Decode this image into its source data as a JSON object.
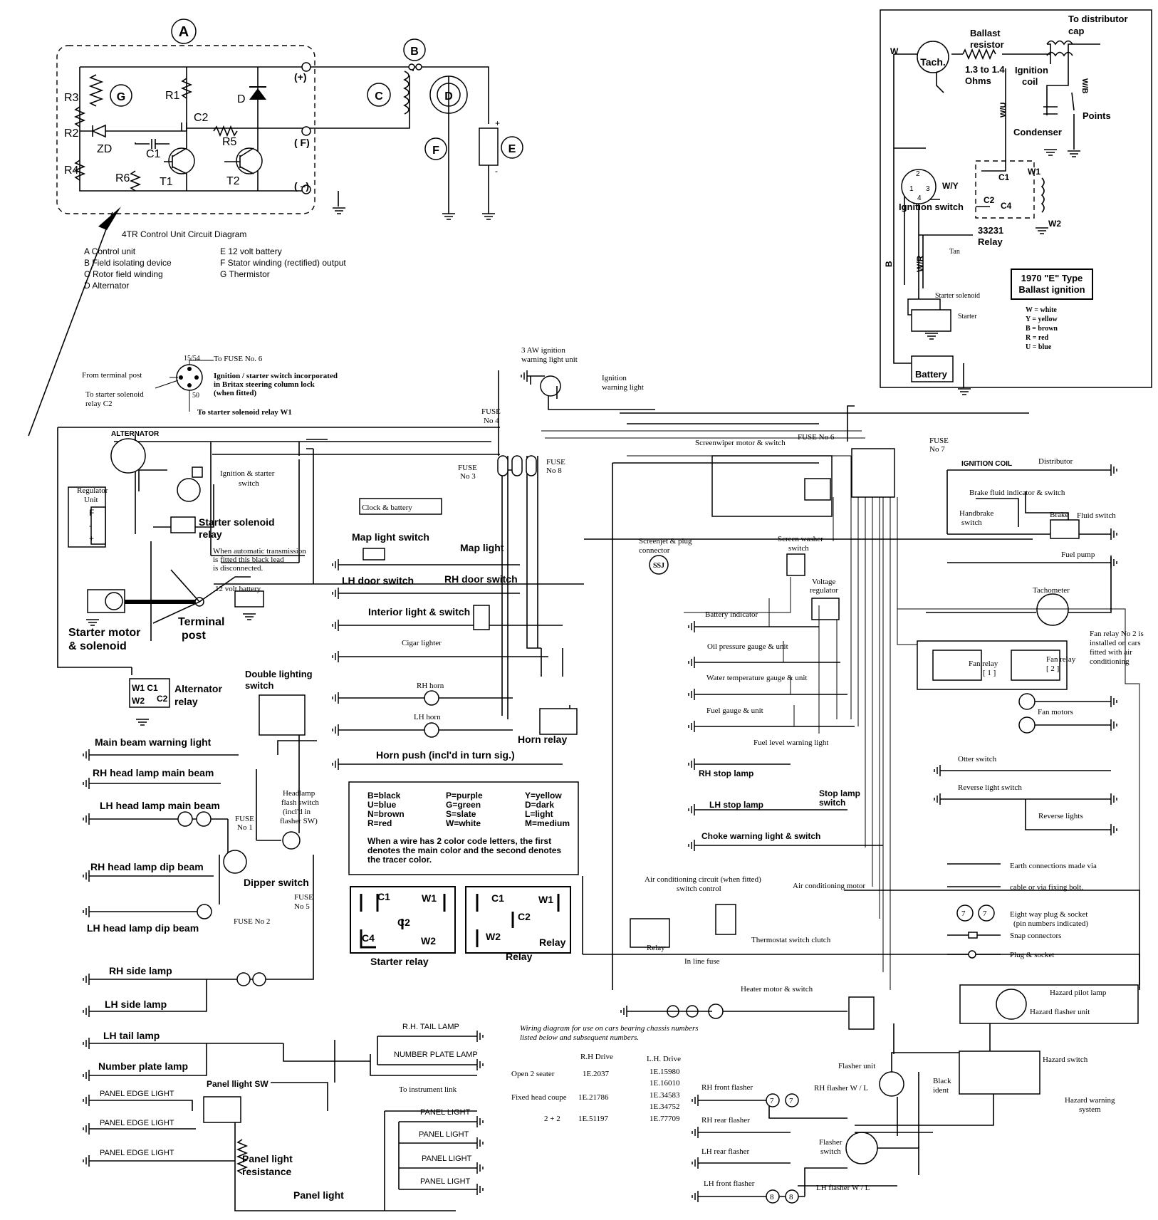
{
  "control_unit": {
    "letters": {
      "A": "A",
      "B": "B",
      "C": "C",
      "D": "D",
      "E": "E",
      "F": "F",
      "G": "G"
    },
    "components": [
      "R3",
      "R1",
      "R2",
      "ZD",
      "R4",
      "C2",
      "R5",
      "D",
      "C1",
      "R6",
      "T1",
      "T2"
    ],
    "terminals": {
      "plus": "(+)",
      "f": "( F)",
      "minus": "( –)"
    },
    "title": "4TR Control Unit Circuit Diagram",
    "legend_left": [
      "A  Control unit",
      "B  Field isolating device",
      "C  Rotor field winding",
      "D  Alternator"
    ],
    "legend_right": [
      "E  12 volt battery",
      "F  Stator winding (rectified) output",
      "G  Thermistor"
    ]
  },
  "ballast_inset": {
    "to_distributor": "To distributor",
    "cap": "cap",
    "ballast_resistor": "Ballast",
    "resistor": "resistor",
    "tach": "Tach.",
    "ohms_1": "1.3 to 1.4",
    "ohms_2": "Ohms",
    "ignition": "Ignition",
    "coil": "coil",
    "points": "Points",
    "condenser": "Condenser",
    "ignition_switch": "Ignition switch",
    "relay_num": "33231",
    "relay": "Relay",
    "title_1": "1970 \"E\" Type",
    "title_2": "Ballast ignition",
    "starter_solenoid": "Starter solenoid",
    "starter": "Starter",
    "battery": "Battery",
    "tan": "Tan",
    "colors": [
      "W = white",
      "Y = yellow",
      "B = brown",
      "R = red",
      "U = blue"
    ],
    "wire_labels": {
      "w": "W",
      "wu": "W/U",
      "wb": "W/B",
      "wy": "W/Y",
      "w1": "W1",
      "w2": "W2",
      "c1": "C1",
      "c2": "C2",
      "c4": "C4",
      "b": "B",
      "wr": "W/R"
    }
  },
  "ign_switch_top": {
    "to_fuse6": "To FUSE No. 6",
    "from_post": "From terminal post",
    "to_relay_c2_1": "To starter solenoid",
    "to_relay_c2_2": "relay C2",
    "desc_1": "Ignition / starter switch incorporated",
    "desc_2": "in Britax steering column lock",
    "desc_3": "(when fitted)",
    "to_relay_w1": "To starter solenoid relay W1",
    "term": "15/54",
    "so": "50"
  },
  "left": {
    "alternator": "ALTERNATOR",
    "regulator": "Regulator",
    "unit": "Unit",
    "ign_starter_1": "Ignition & starter",
    "ign_starter_2": "switch",
    "starter_solenoid_1": "Starter solenoid",
    "starter_solenoid_2": "relay",
    "auto_note_1": "When automatic transmission",
    "auto_note_2": "is fitted this black lead",
    "auto_note_3": "is disconnected.",
    "battery_12v": "12 volt battery",
    "starter_motor_1": "Starter motor",
    "starter_motor_2": "& solenoid",
    "terminal_1": "Terminal",
    "terminal_2": "post",
    "alt_relay_1": "Alternator",
    "alt_relay_2": "relay",
    "double_lighting_1": "Double lighting",
    "double_lighting_2": "switch"
  },
  "head_lamps": {
    "main_warning": "Main beam warning light",
    "rh_main": "RH head lamp main beam",
    "lh_main": "LH head lamp main beam",
    "rh_dip": "RH head lamp dip beam",
    "lh_dip": "LH head lamp dip beam",
    "dipper": "Dipper switch",
    "flash_1": "Headlamp",
    "flash_2": "flash switch",
    "flash_3": "(incl'd in",
    "flash_4": "flasher SW)",
    "fuse1": "FUSE",
    "fuse1b": "No 1",
    "fuse2": "FUSE No 2",
    "fuse5": "FUSE",
    "fuse5b": "No 5"
  },
  "lamps": {
    "rh_side": "RH side lamp",
    "lh_side": "LH side lamp",
    "lh_tail": "LH tail lamp",
    "number_plate": "Number plate lamp",
    "panel_edge": "PANEL EDGE LIGHT",
    "panel_sw": "Panel llight SW",
    "panel_resistance_1": "Panel light",
    "panel_resistance_2": "resistance",
    "panel_light": "Panel light",
    "rh_tail": "R.H. TAIL LAMP",
    "np_lamp": "NUMBER PLATE LAMP",
    "to_instrument": "To instrument link",
    "panel_light_caps": "PANEL LIGHT"
  },
  "center": {
    "ign_warning_1": "3 AW ignition",
    "ign_warning_2": "warning light unit",
    "ign_warning_light_1": "Ignition",
    "ign_warning_light_2": "warning light",
    "fuse3": "FUSE",
    "fuse3b": "No 3",
    "fuse4": "FUSE",
    "fuse4b": "No 4",
    "fuse8": "FUSE",
    "fuse8b": "No 8",
    "clock": "Clock & battery",
    "map_light_switch": "Map light switch",
    "map_light": "Map light",
    "lh_door": "LH door switch",
    "rh_door": "RH door switch",
    "interior": "Interior light & switch",
    "cigar": "Cigar lighter",
    "rh_horn": "RH horn",
    "lh_horn": "LH horn",
    "horn_relay": "Horn relay",
    "horn_push": "Horn push (incl'd in turn sig.)"
  },
  "color_key": {
    "col1": [
      "B=black",
      "U=blue",
      "N=brown",
      "R=red"
    ],
    "col2": [
      "P=purple",
      "G=green",
      "S=slate",
      "W=white"
    ],
    "col3": [
      "Y=yellow",
      "D=dark",
      "L=light",
      "M=medium"
    ],
    "note_1": "When a wire has 2 color code letters, the first",
    "note_2": "denotes the main color and the second denotes",
    "note_3": "the tracer color."
  },
  "relay_boxes": {
    "starter_relay": "Starter relay",
    "relay": "Relay",
    "relay_inner": "Relay"
  },
  "chassis_table": {
    "note_1": "Wiring diagram for use on cars bearing chassis numbers",
    "note_2": "listed below and subsequent numbers.",
    "headers": [
      "R.H Drive",
      "L.H. Drive"
    ],
    "rows": [
      [
        "Open 2 seater",
        "1E.2037",
        "1E.15980"
      ],
      [
        "",
        "",
        "1E.16010"
      ],
      [
        "Fixed head coupe",
        "1E.21786",
        "1E.34583"
      ],
      [
        "",
        "",
        "1E.34752"
      ],
      [
        "2 + 2",
        "1E.51197",
        "1E.77709"
      ]
    ]
  },
  "right_center": {
    "screenwiper": "Screenwiper motor & switch",
    "fuse6": "FUSE No 6",
    "fuse7": "FUSE",
    "fuse7b": "No 7",
    "screenjet_1": "Screenjet & plug",
    "screenjet_2": "connector",
    "screen_washer_1": "Screen washer",
    "screen_washer_2": "switch",
    "voltage_1": "Voltage",
    "voltage_2": "regulator",
    "battery_ind": "Battery indicator",
    "oil": "Oil pressure gauge & unit",
    "water": "Water temperature gauge & unit",
    "fuel": "Fuel gauge & unit",
    "fuel_level": "Fuel level warning light",
    "rh_stop": "RH stop lamp",
    "lh_stop": "LH stop lamp",
    "stop_switch_1": "Stop lamp",
    "stop_switch_2": "switch",
    "choke": "Choke warning light & switch",
    "ac_1": "Air conditioning circuit (when fitted)",
    "ac_2": "switch control",
    "ac_motor": "Air conditioning motor",
    "relay": "Relay",
    "inline_fuse": "In line fuse",
    "thermostat": "Thermostat switch clutch",
    "heater": "Heater motor & switch",
    "ssj": "SSJ"
  },
  "right": {
    "ignition_coil": "IGNITION COIL",
    "distributor": "Distributor",
    "brake_fluid": "Brake fluid indicator & switch",
    "handbrake_1": "Handbrake",
    "handbrake_2": "switch",
    "brake": "Brake",
    "fluid_switch": "Fluid switch",
    "fuel_pump": "Fuel pump",
    "tachometer": "Tachometer",
    "fan_relay_note_1": "Fan relay No 2 is",
    "fan_relay_note_2": "installed on cars",
    "fan_relay_note_3": "fitted with air",
    "fan_relay_note_4": "conditioning",
    "fan_relay_1": "Fan relay",
    "fan_relay_1n": "[ 1 ]",
    "fan_relay_2": "Fan relay",
    "fan_relay_2n": "[ 2 ]",
    "fan_motors": "Fan motors",
    "otter": "Otter switch",
    "reverse_switch": "Reverse light switch",
    "reverse_lights": "Reverse lights",
    "legend_earth_1": "Earth connections made via",
    "legend_earth_2": "cable or via fixing bolt.",
    "legend_plug_1": "Eight way plug & socket",
    "legend_plug_2": "(pin numbers indicated)",
    "legend_snap": "Snap connectors",
    "legend_plug": "Plug & socket",
    "hazard_pilot": "Hazard pilot lamp",
    "hazard_flasher": "Hazard flasher unit",
    "hazard_switch": "Hazard switch",
    "hazard_warning_1": "Hazard warning",
    "hazard_warning_2": "system",
    "black_ident_1": "Black",
    "black_ident_2": "ident",
    "flasher_unit": "Flasher unit",
    "rh_front_flasher": "RH front flasher",
    "rh_rear_flasher": "RH rear flasher",
    "lh_rear_flasher": "LH rear flasher",
    "lh_front_flasher": "LH front flasher",
    "rh_flasher_wl": "RH flasher W / L",
    "lh_flasher_wl": "LH flasher W / L",
    "flasher_switch_1": "Flasher",
    "flasher_switch_2": "switch"
  }
}
